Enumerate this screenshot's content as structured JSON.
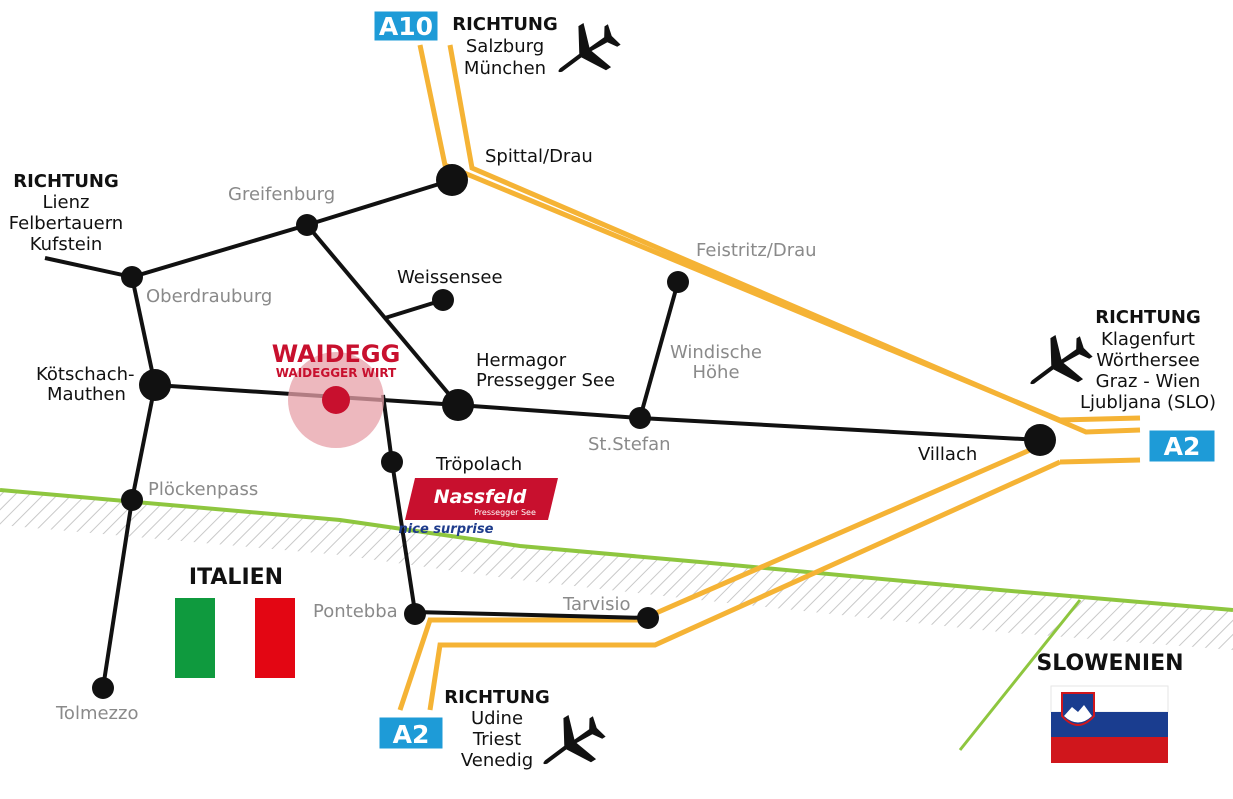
{
  "colors": {
    "road": "#111111",
    "motorway": "#f5b335",
    "border": "#8ec63f",
    "shield": "#1e9bd7",
    "hotel": "#c8102e",
    "hotel_halo": "#e7a0a8",
    "grey_label": "#8a8a8a"
  },
  "motorways": {
    "a10_top": "A10",
    "a2_right": "A2",
    "a2_bottom": "A2"
  },
  "directions": {
    "north": {
      "heading": "RICHTUNG",
      "lines": [
        "Salzburg",
        "München"
      ]
    },
    "west": {
      "heading": "RICHTUNG",
      "lines": [
        "Lienz",
        "Felbertauern",
        "Kufstein"
      ]
    },
    "east": {
      "heading": "RICHTUNG",
      "lines": [
        "Klagenfurt",
        "Wörthersee",
        "Graz - Wien",
        "Ljubljana (SLO)"
      ]
    },
    "south": {
      "heading": "RICHTUNG",
      "lines": [
        "Udine",
        "Triest",
        "Venedig"
      ]
    }
  },
  "towns": {
    "spittal": "Spittal/Drau",
    "greifenburg": "Greifenburg",
    "oberdrauburg": "Oberdrauburg",
    "weissensee": "Weissensee",
    "feistritz": "Feistritz/Drau",
    "windische": [
      "Windische",
      "Höhe"
    ],
    "hermagor": [
      "Hermagor",
      "Pressegger See"
    ],
    "koetschach": [
      "Kötschach-",
      "Mauthen"
    ],
    "ststefan": "St.Stefan",
    "villach": "Villach",
    "troepolach": "Tröpolach",
    "ploeckenpass": "Plöckenpass",
    "pontebba": "Pontebba",
    "tarvisio": "Tarvisio",
    "tolmezzo": "Tolmezzo"
  },
  "hotel": {
    "name": "WAIDEGG",
    "subtitle": "WAIDEGGER WIRT"
  },
  "nassfeld": {
    "name": "Nassfeld",
    "sub": "Pressegger See",
    "slogan": "nice surprise"
  },
  "countries": {
    "italy": "ITALIEN",
    "slovenia": "SLOWENIEN"
  },
  "icons": [
    "airplane-icon",
    "italy-flag",
    "slovenia-flag"
  ]
}
